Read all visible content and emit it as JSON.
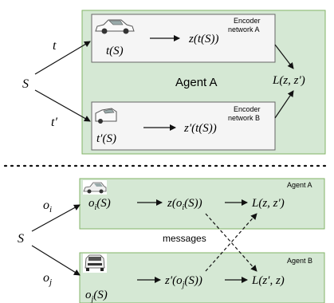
{
  "top": {
    "input_label": "S",
    "branch_top_label": "t",
    "branch_bottom_label": "t′",
    "agent_label": "Agent A",
    "encoder_a_label_line1": "Encoder",
    "encoder_a_label_line2": "network A",
    "encoder_b_label_line1": "Encoder",
    "encoder_b_label_line2": "network B",
    "view_a": "t(S)",
    "view_b": "t′(S)",
    "embed_a": "z(t(S))",
    "embed_b": "z′(t(S))",
    "loss": "L(z, z′)"
  },
  "bottom": {
    "input_label": "S",
    "branch_top_label": "o",
    "branch_top_sub": "i",
    "branch_bottom_label": "o",
    "branch_bottom_sub": "j",
    "agent_a_label": "Agent A",
    "agent_b_label": "Agent B",
    "messages_label": "messages",
    "obs_i": "o",
    "obs_i_sub": "i",
    "obs_i_tail": "(S)",
    "obs_j": "o",
    "obs_j_sub": "j",
    "obs_j_tail": "(S)",
    "embed_i_pre": "z(o",
    "embed_i_sub": "i",
    "embed_i_post": "(S))",
    "embed_j_pre": "z′(o",
    "embed_j_sub": "j",
    "embed_j_post": "(S))",
    "loss_a": "L(z, z′)",
    "loss_b": "L(z′, z)"
  },
  "colors": {
    "panel_fill": "#d5e8d4",
    "panel_stroke": "#82b366",
    "box_fill": "#f5f5f5",
    "box_stroke": "#666666"
  }
}
